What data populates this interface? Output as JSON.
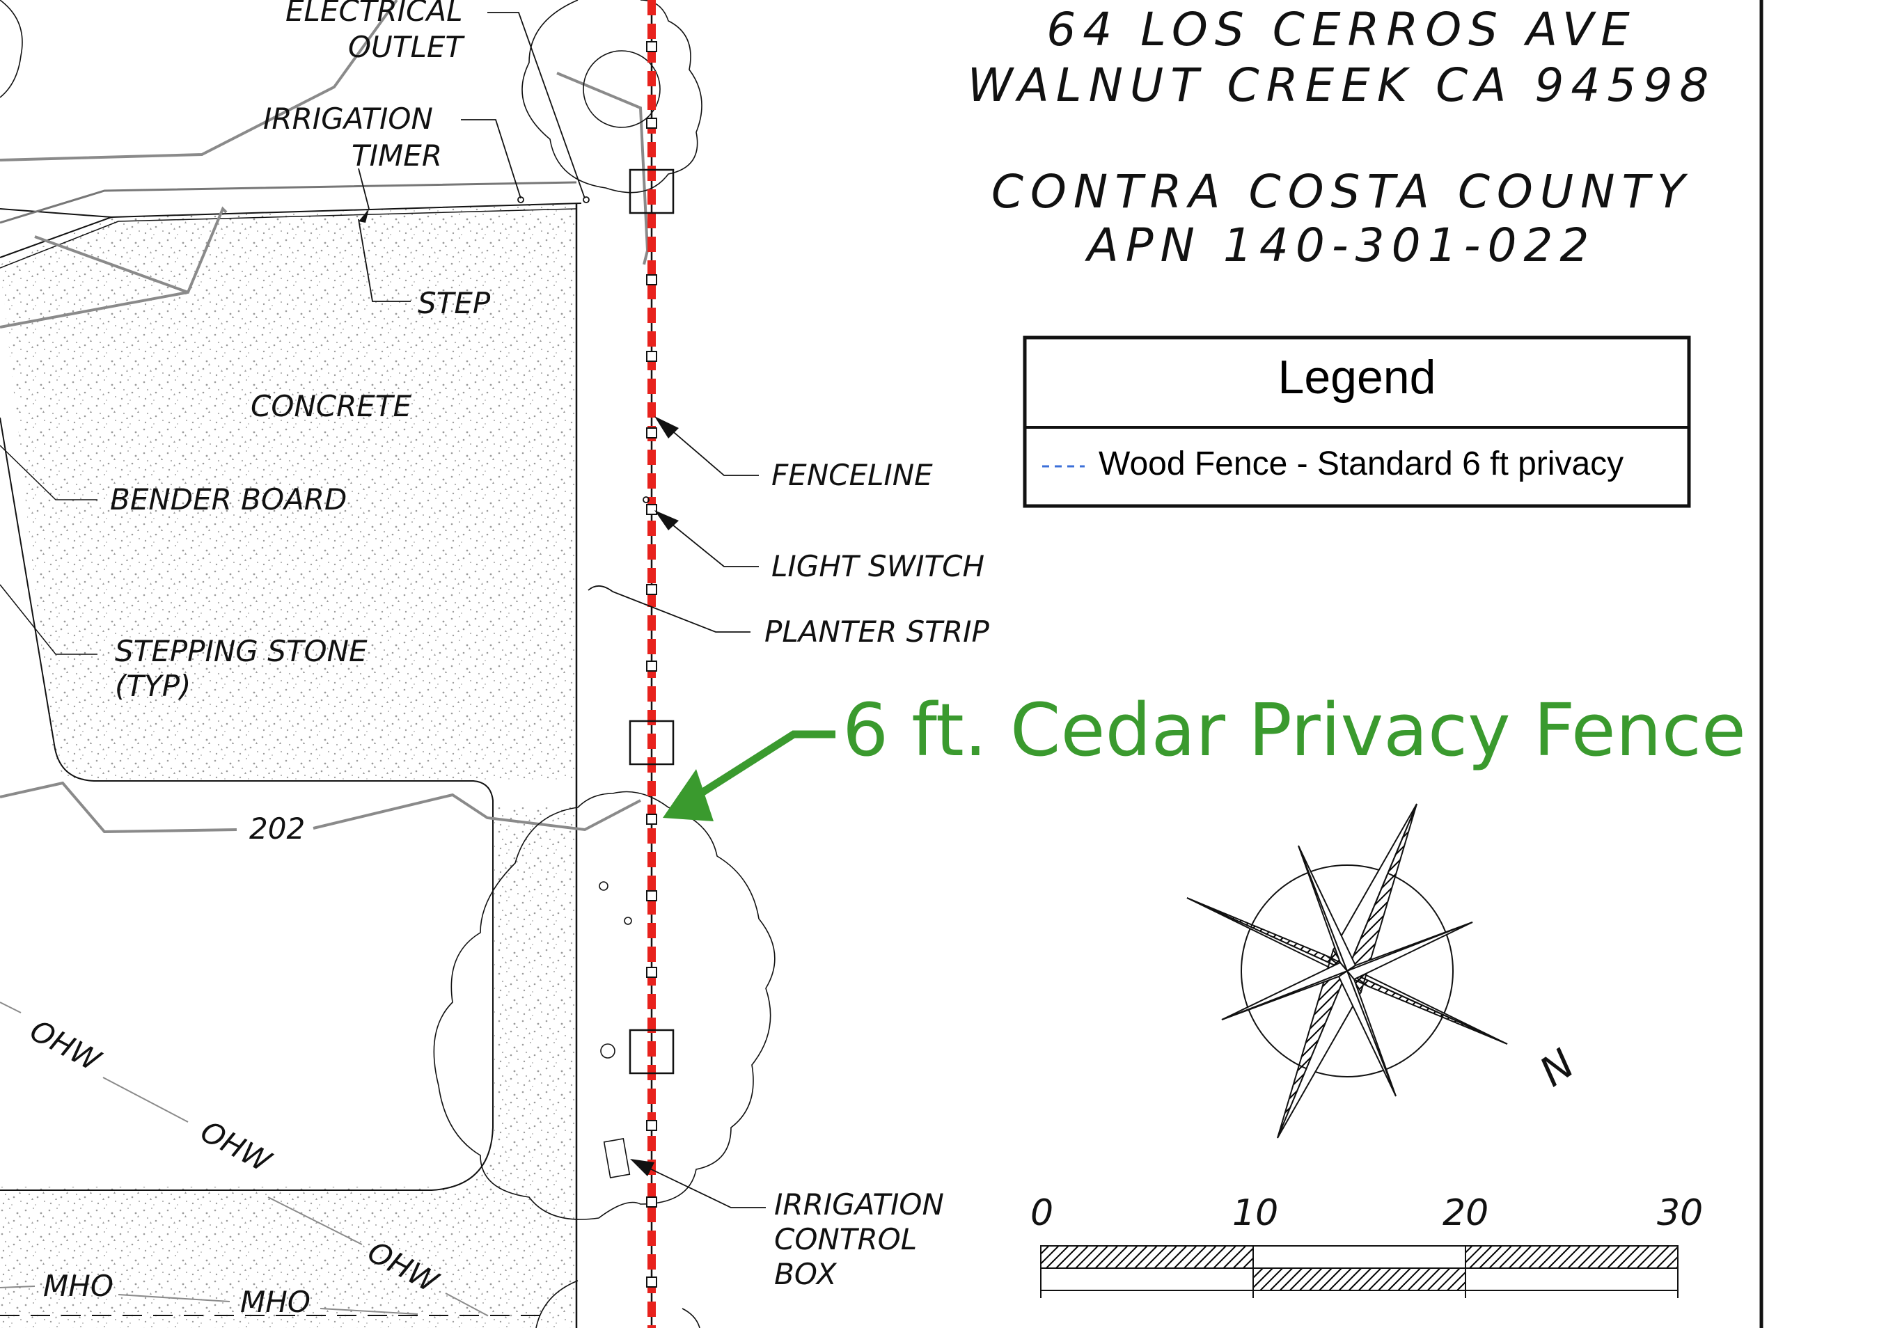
{
  "title_block": {
    "address_line1": "64 LOS CERROS AVE",
    "address_line2": "WALNUT CREEK CA 94598",
    "county": "CONTRA COSTA COUNTY",
    "apn": "APN 140-301-022"
  },
  "legend": {
    "title": "Legend",
    "entries": [
      {
        "symbol": "- - -",
        "label": "Wood Fence - Standard 6 ft privacy",
        "color": "#3b6fd8"
      }
    ]
  },
  "callout": {
    "text": "6 ft. Cedar Privacy Fence",
    "color": "#3a9a2e"
  },
  "labels": {
    "electrical": "ELECTRICAL",
    "outlet": "OUTLET",
    "irrigation": "IRRIGATION",
    "timer": "TIMER",
    "step": "STEP",
    "concrete": "CONCRETE",
    "bender_board": "BENDER BOARD",
    "stepping_stone": "STEPPING STONE",
    "typ": "(TYP)",
    "fenceline": "FENCELINE",
    "light_switch": "LIGHT SWITCH",
    "planter_strip": "PLANTER STRIP",
    "contour": "202",
    "ohw1": "OHW",
    "ohw2": "OHW",
    "ohw3": "OHW",
    "mho1": "MHO",
    "mho2": "MHO",
    "irrigation2": "IRRIGATION",
    "control": "CONTROL",
    "box": "BOX",
    "north": "N"
  },
  "scale_bar": {
    "ticks": [
      "0",
      "10",
      "20",
      "30"
    ]
  },
  "colors": {
    "fence_red": "#e8221d",
    "linework": "#111111",
    "gray": "#8a8a8a"
  }
}
